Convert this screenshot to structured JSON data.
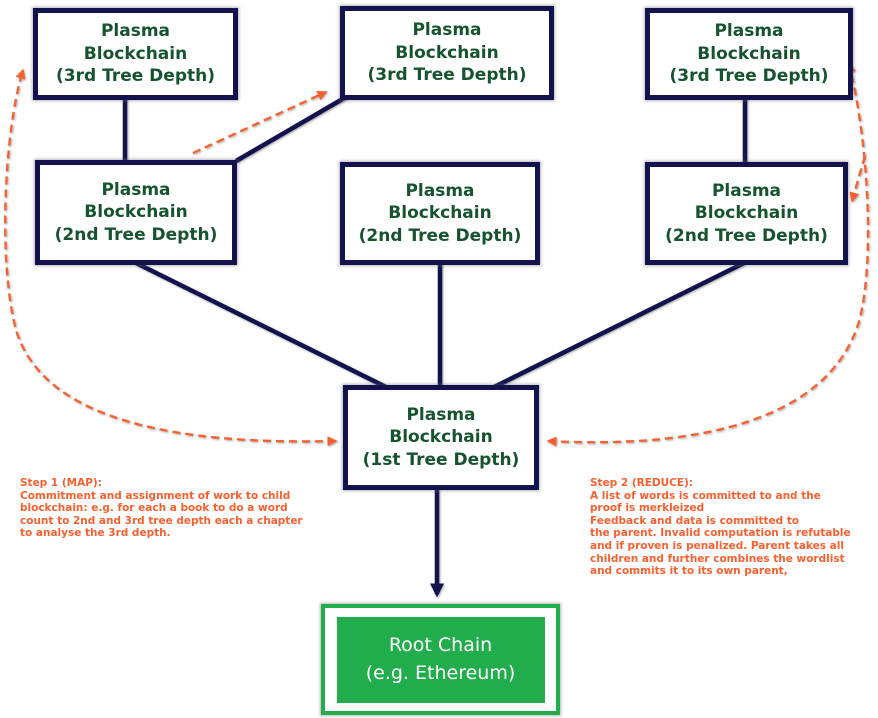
{
  "colors": {
    "navy": "#12124e",
    "box_text_green": "#16532f",
    "orange": "#fa5f2e",
    "root_green": "#21ad4c",
    "root_text": "#ffffff",
    "background": "#ffffff"
  },
  "nodes": {
    "tier3": [
      {
        "id": "tier3-left",
        "label": "Plasma\nBlockchain\n(3rd Tree Depth)"
      },
      {
        "id": "tier3-middle",
        "label": "Plasma\nBlockchain\n(3rd Tree Depth)"
      },
      {
        "id": "tier3-right",
        "label": "Plasma\nBlockchain\n(3rd Tree Depth)"
      }
    ],
    "tier2": [
      {
        "id": "tier2-left",
        "label": "Plasma\nBlockchain\n(2nd Tree Depth)"
      },
      {
        "id": "tier2-middle",
        "label": "Plasma\nBlockchain\n(2nd Tree Depth)"
      },
      {
        "id": "tier2-right",
        "label": "Plasma\nBlockchain\n(2nd Tree Depth)"
      }
    ],
    "tier1": {
      "id": "tier1",
      "label": "Plasma\nBlockchain\n(1st Tree Depth)"
    },
    "root": {
      "id": "root-chain",
      "label": "Root Chain\n(e.g. Ethereum)"
    }
  },
  "annotations": {
    "step1": "Step 1 (MAP):\nCommitment and assignment of work to child\nblockchain: e.g. for each a book to do a word\ncount to 2nd and 3rd tree depth each a chapter\nto analyse the 3rd depth.",
    "step2": "Step 2 (REDUCE):\nA list of words is committed to and the\nproof is merkleized\nFeedback and data is committed to\nthe parent. Invalid computation is refutable\nand if proven is penalized. Parent takes all\nchildren and further combines the wordlist\nand commits it to its own parent,"
  }
}
